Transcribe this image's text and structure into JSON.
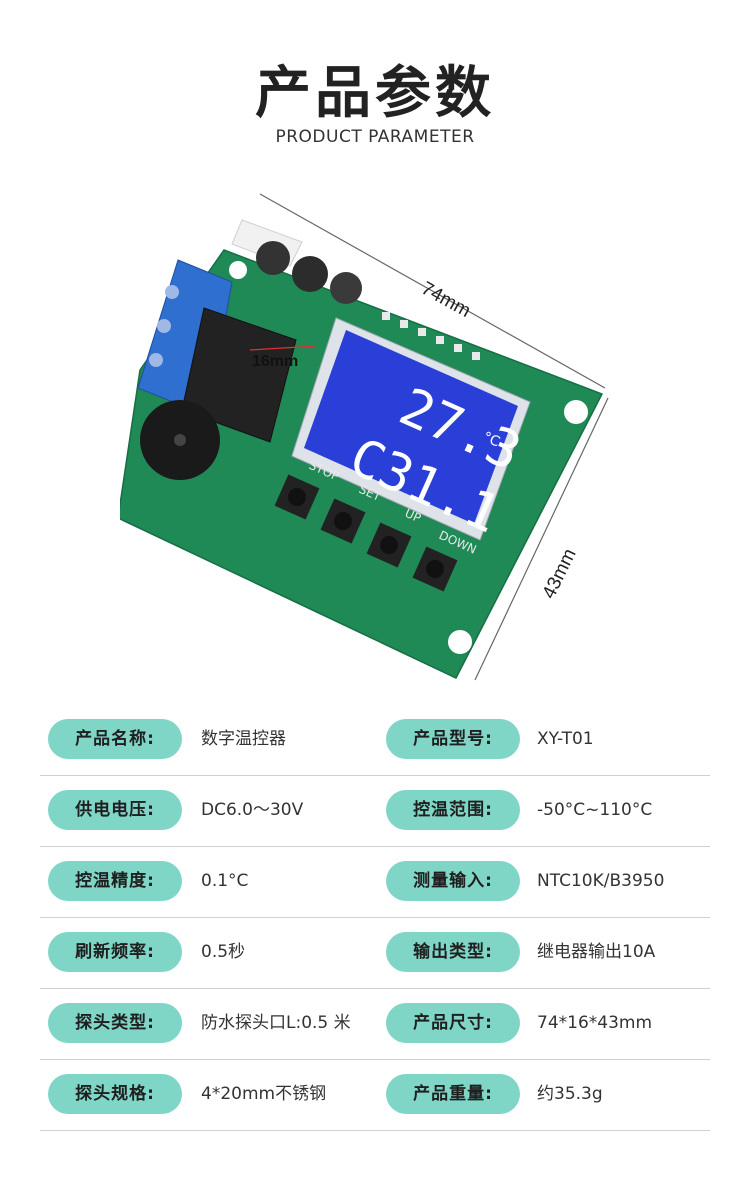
{
  "header": {
    "title": "产品参数",
    "subtitle": "PRODUCT PARAMETER"
  },
  "product_image": {
    "dim_length": "74mm",
    "dim_height": "43mm",
    "dim_width": "16mm",
    "lcd_top": "27.3",
    "lcd_unit": "°C",
    "lcd_bottom": "C31.1",
    "button_labels": [
      "STOP",
      "SET",
      "UP",
      "DOWN"
    ],
    "board_color": "#1f8a55",
    "terminal_color": "#2f6fd0",
    "lcd_color": "#2a3fd8"
  },
  "specs": [
    {
      "label1": "产品名称:",
      "value1": "数字温控器",
      "label2": "产品型号:",
      "value2": "XY-T01"
    },
    {
      "label1": "供电电压:",
      "value1": "DC6.0～30V",
      "label2": "控温范围:",
      "value2": "-50°C~110°C"
    },
    {
      "label1": "控温精度:",
      "value1": "0.1°C",
      "label2": "测量输入:",
      "value2": "NTC10K/B3950"
    },
    {
      "label1": "刷新频率:",
      "value1": "0.5秒",
      "label2": "输出类型:",
      "value2": "继电器输出10A"
    },
    {
      "label1": "探头类型:",
      "value1": "防水探头口L:0.5 米",
      "label2": "产品尺寸:",
      "value2": "74*16*43mm"
    },
    {
      "label1": "探头规格:",
      "value1": "4*20mm不锈钢",
      "label2": "产品重量:",
      "value2": "约35.3g"
    }
  ],
  "colors": {
    "pill_bg": "#7fd6c7",
    "divider": "#cfcfcf"
  }
}
